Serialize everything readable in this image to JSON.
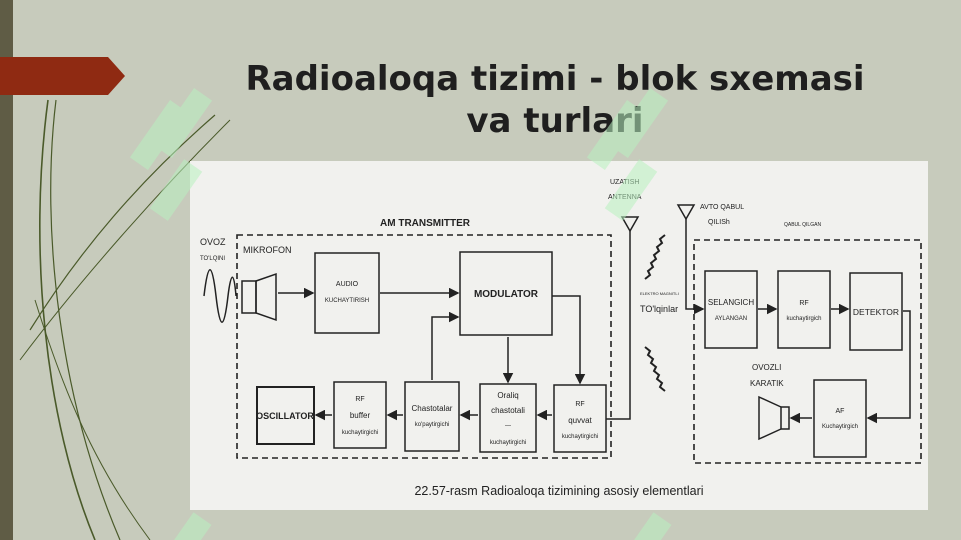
{
  "slide": {
    "title_line1": "Radioaloqa tizimi - blok sxemasi",
    "title_line2": "va turlari",
    "accent_color": "#8f2a12"
  },
  "diagram": {
    "transmitter_title": "AM TRANSMITTER",
    "voice_wave_label1": "OVOZ",
    "voice_wave_label2": "TO'LQINI",
    "microphone_label": "MIKROFON",
    "audio_amp_line1": "AUDIO",
    "audio_amp_line2": "KUCHAYTIRISH",
    "modulator": "MODULATOR",
    "oscillator": "OSCILLATOR",
    "rf_buffer_line1": "RF",
    "rf_buffer_line2": "buffer",
    "rf_buffer_line3": "kuchaytirgichi",
    "freq_mult_line1": "Chastotalar",
    "freq_mult_line2": "ko'paytirgichi",
    "if_amp_line1": "Oraliq",
    "if_amp_line2": "chastotali",
    "if_amp_line3": "—",
    "if_amp_line4": "kuchaytirgichi",
    "rf_power_line1": "RF",
    "rf_power_line2": "quvvat",
    "rf_power_line3": "kuchaytirgichi",
    "tx_antenna_line1": "UZATISH",
    "tx_antenna_line2": "ANTENNA",
    "rx_antenna_line1": "AVTO QABUL",
    "rx_antenna_line2": "QILISh",
    "received_label": "QABUL QILGAN",
    "em_waves_small": "ELEKTRO MAGNITLI",
    "em_waves_label": "TO'lqinlar",
    "selector_line1": "SELANGICH",
    "selector_line2": "AYLANGAN",
    "rx_rf_line1": "RF",
    "rx_rf_line2": "kuchaytirgich",
    "detector": "DETEKTOR",
    "speaker_line1": "OVOZLI",
    "speaker_line2": "KARATIK",
    "af_line1": "AF",
    "af_line2": "Kuchaytirgich",
    "caption": "22.57-rasm Radioaloqa tizimining asosiy elementlari"
  }
}
